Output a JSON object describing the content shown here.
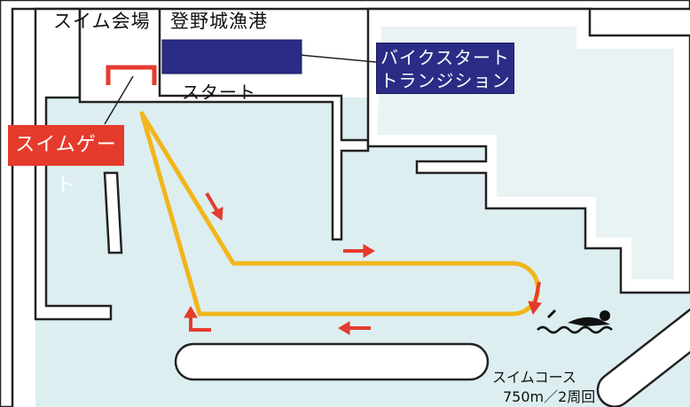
{
  "title": {
    "venue_label": "スイム会場",
    "port_label": "登野城漁港"
  },
  "labels": {
    "start": "スタート",
    "bike_start_line1": "バイクスタート",
    "bike_start_line2": "トランジション",
    "swim_gate": "スイムゲート",
    "course_line1": "スイムコース",
    "course_line2": "750m／2周回"
  },
  "colors": {
    "water": "#dceef0",
    "land": "#ffffff",
    "outline": "#222222",
    "course_route": "#f2b51b",
    "arrow": "#e53b2d",
    "bike_transition_area": "#2b2c86",
    "swim_gate_label": "#e53b2d"
  },
  "icons": {
    "swimmer": "swimmer-icon",
    "direction_arrow": "arrow-icon"
  }
}
